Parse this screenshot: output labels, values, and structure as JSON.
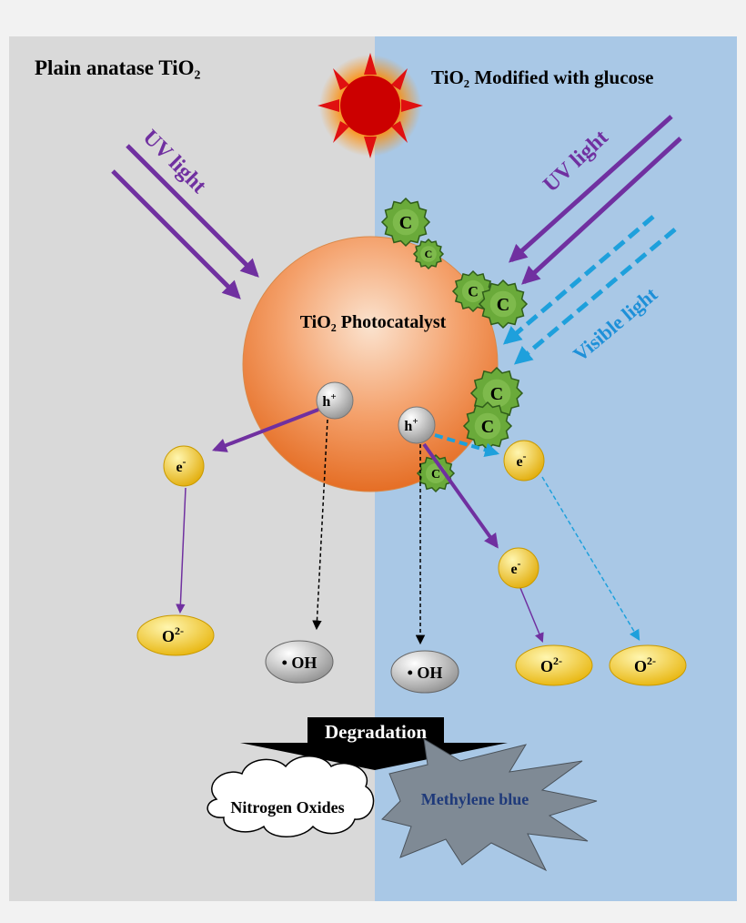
{
  "panels": {
    "left_title": "Plain anatase TiO₂",
    "right_title": "TiO₂ Modified with glucose"
  },
  "light": {
    "uv_left": "UV light",
    "uv_right": "UV light",
    "visible": "Visible light"
  },
  "particle": {
    "label": "TiO₂ Photocatalyst",
    "carbon_label": "C"
  },
  "species": {
    "hole": "h",
    "hole_sup": "+",
    "electron": "e",
    "electron_sup": "-",
    "superoxide": "O",
    "superoxide_sup": "2-",
    "hydroxyl": "• OH"
  },
  "outcome": {
    "degradation": "Degradation",
    "nitrogen_oxides": "Nitrogen Oxides",
    "methylene_blue": "Methylene blue"
  },
  "colors": {
    "left_bg": "#d9d9d9",
    "right_bg": "#a9c8e6",
    "uv": "#7030a0",
    "visible": "#1ea0dc",
    "sun": "#cc0000",
    "carbon": "#6aaa3a",
    "electron": "#f5c400"
  }
}
